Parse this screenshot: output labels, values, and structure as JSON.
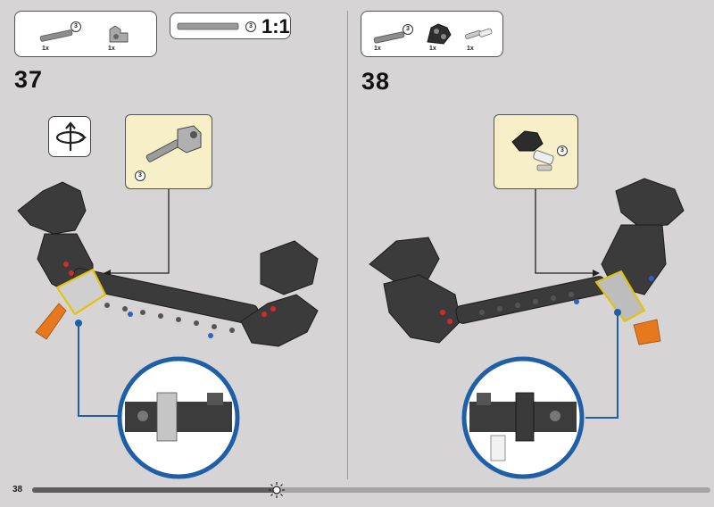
{
  "page_number": "38",
  "step_left": {
    "number": "37",
    "parts": [
      {
        "name": "axle-3",
        "qty": "1x",
        "length": "3"
      },
      {
        "name": "connector",
        "qty": "1x"
      }
    ],
    "scale_ratio": "1:1",
    "scale_length": "3",
    "callout_length": "3"
  },
  "step_right": {
    "number": "38",
    "parts": [
      {
        "name": "axle-3",
        "qty": "1x",
        "length": "3"
      },
      {
        "name": "black-connector",
        "qty": "1x"
      },
      {
        "name": "pin-axle",
        "qty": "1x"
      }
    ],
    "callout_length": "3"
  },
  "colors": {
    "background": "#d6d4d4",
    "callout_bg": "#f7efc7",
    "detail_ring": "#1f5fa8",
    "highlight": "#e5c200",
    "orange": "#e8781e"
  },
  "progress": 0.36
}
